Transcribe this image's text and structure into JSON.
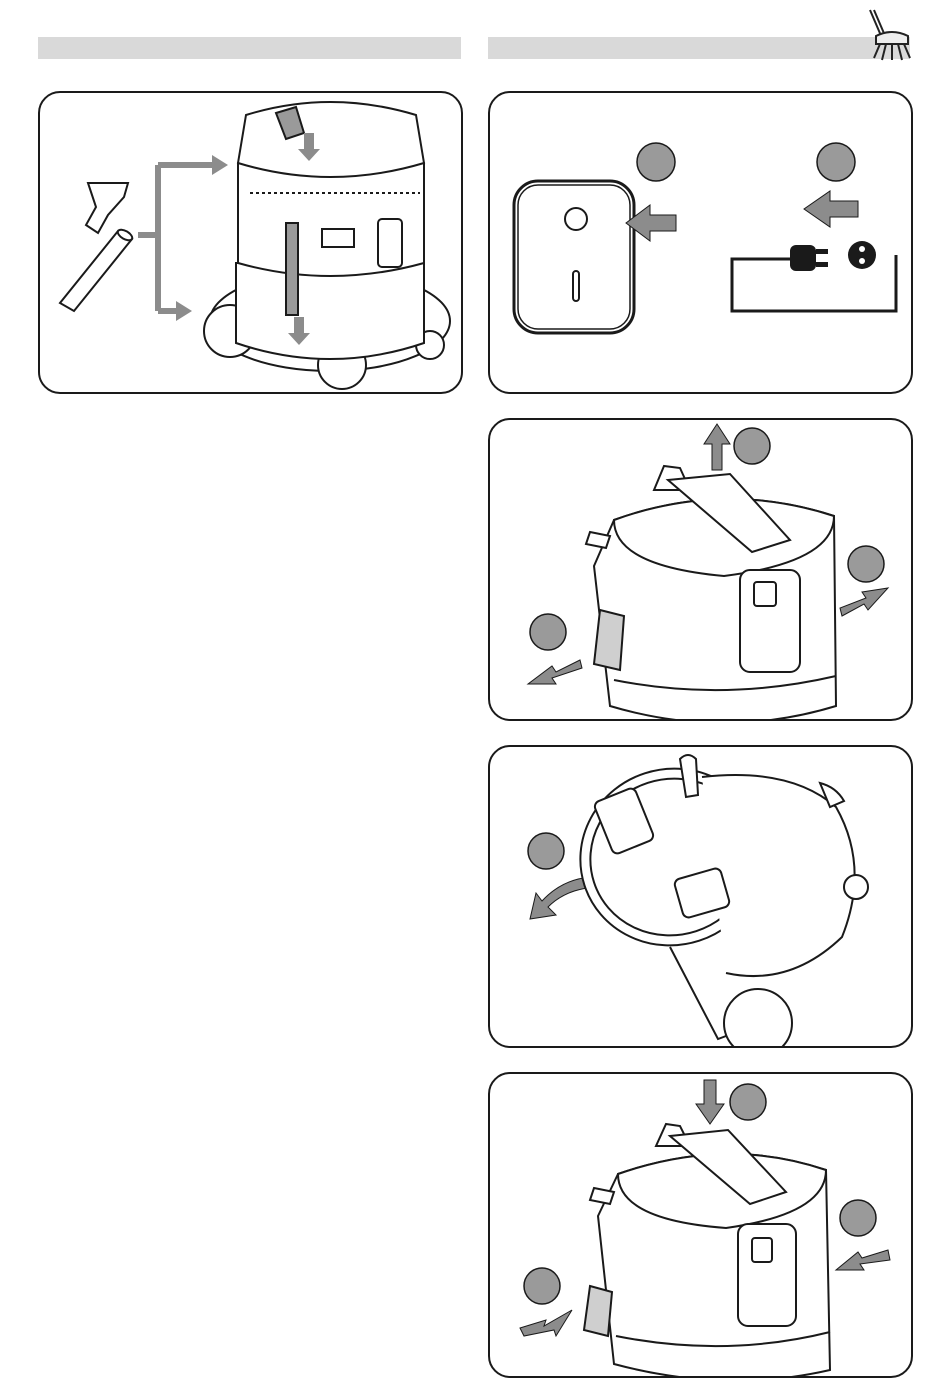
{
  "header": {
    "left_bar": "",
    "right_bar": "",
    "logo_icon": "vacuum-brush-logo"
  },
  "panels": [
    {
      "id": "attach-accessories",
      "icons": [
        "crevice-nozzle-icon",
        "extension-tube-icon",
        "vacuum-cleaner-icon"
      ]
    },
    {
      "id": "switch-off-unplug",
      "icons": [
        "power-switch-icon",
        "plug-icon",
        "socket-icon"
      ]
    },
    {
      "id": "open-latches",
      "icons": [
        "vacuum-head-icon"
      ]
    },
    {
      "id": "tilt-container",
      "icons": [
        "vacuum-container-icon"
      ]
    },
    {
      "id": "close-latches",
      "icons": [
        "vacuum-head-icon"
      ]
    }
  ],
  "colors": {
    "bar": "#d9d9d9",
    "marker": "#9a9a9a",
    "arrow": "#8c8c8c",
    "line": "#1a1a1a"
  }
}
